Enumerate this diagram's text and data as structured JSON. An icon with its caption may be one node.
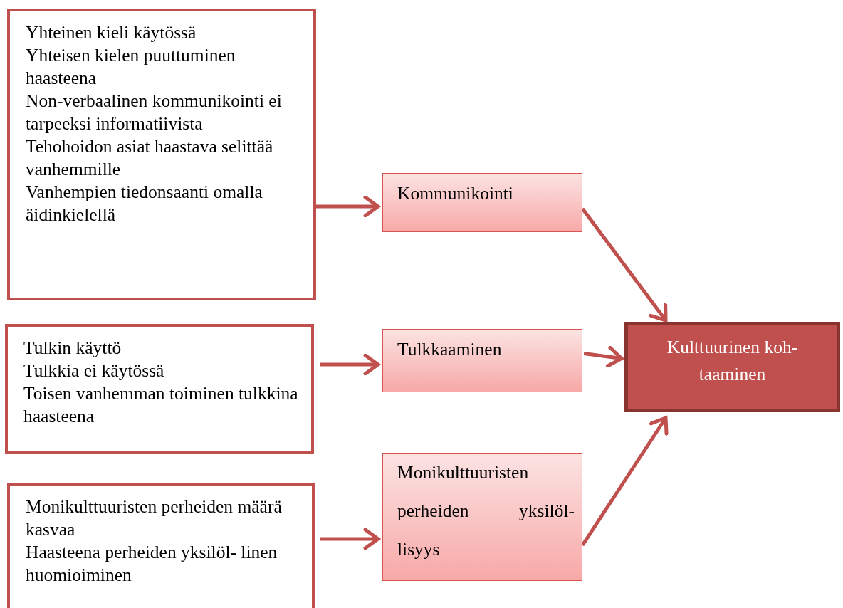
{
  "diagram": {
    "nodes": [
      {
        "text": [
          "Yhteinen kieli käytössä",
          "Yhteisen kielen puuttuminen haasteena",
          "Non-verbaalinen kommunikointi ei tarpeeksi informatiivista",
          "Tehohoidon asiat haastava selittää vanhemmille",
          "Vanhempien tiedonsaanti omalla äidinkielellä"
        ]
      },
      {
        "text": [
          "Kommunikointi"
        ]
      },
      {
        "text": [
          "Tulkin käyttö",
          "Tulkkia ei käytössä",
          "Toisen vanhemman toiminen tulkkina haasteena"
        ]
      },
      {
        "text": [
          "Tulkkaaminen"
        ]
      },
      {
        "text": [
          "Monikulttuuristen perheiden määrä kasvaa",
          "Haasteena perheiden yksilöl- linen huomioiminen"
        ]
      },
      {
        "text": [
          "Monikulttuuristen perheiden yksilöl- lisyys"
        ]
      },
      {
        "text": [
          "Kulttuurinen koh- taaminen"
        ]
      }
    ],
    "edges": [
      {
        "from": 0,
        "to": 1,
        "arrow": "to"
      },
      {
        "from": 2,
        "to": 3,
        "arrow": "to"
      },
      {
        "from": 4,
        "to": 5,
        "arrow": "to"
      },
      {
        "from": 1,
        "to": 6,
        "arrow": "to"
      },
      {
        "from": 3,
        "to": 6,
        "arrow": "to"
      },
      {
        "from": 5,
        "to": 6,
        "arrow": "to"
      }
    ]
  }
}
